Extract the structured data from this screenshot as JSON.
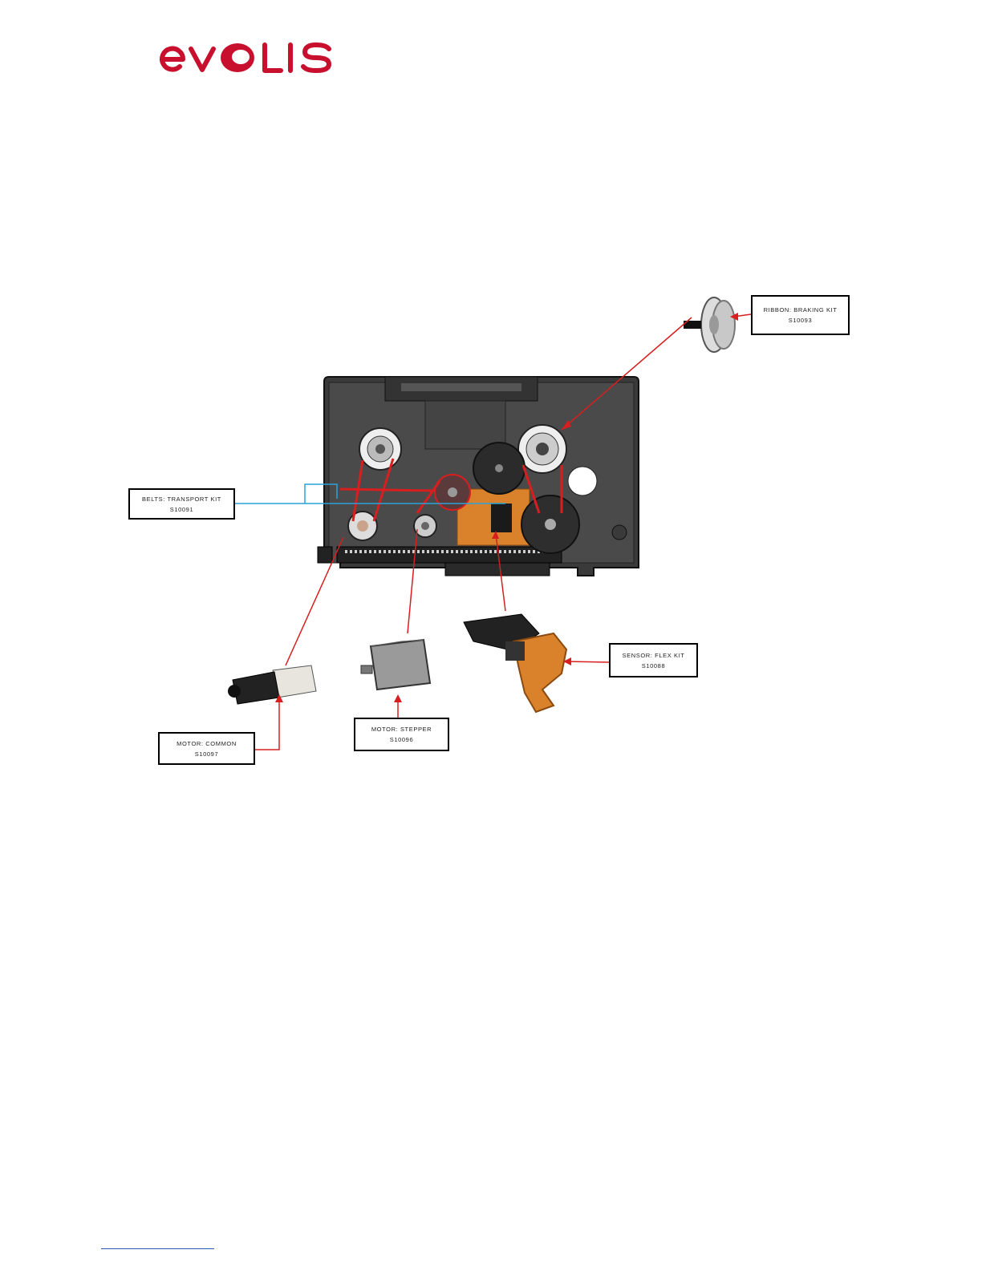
{
  "brand": {
    "name": "evolis",
    "color": "#c8102e"
  },
  "callouts": [
    {
      "id": "ribbon-braking-kit",
      "name": "RIBBON: BRAKING KIT",
      "code": "S10093"
    },
    {
      "id": "belts-transport-kit",
      "name": "BELTS: TRANSPORT KIT",
      "code": "S10091"
    },
    {
      "id": "sensor-flex-kit",
      "name": "SENSOR: FLEX KIT",
      "code": "S10088"
    },
    {
      "id": "motor-stepper",
      "name": "MOTOR: STEPPER",
      "code": "S10096"
    },
    {
      "id": "motor-common",
      "name": "MOTOR: COMMON",
      "code": "S10097"
    }
  ],
  "colors": {
    "arrow": "#d81e1e",
    "belt_leader": "#2aa3d8",
    "chassis": "#3a3a3a",
    "flex": "#d9822b"
  }
}
